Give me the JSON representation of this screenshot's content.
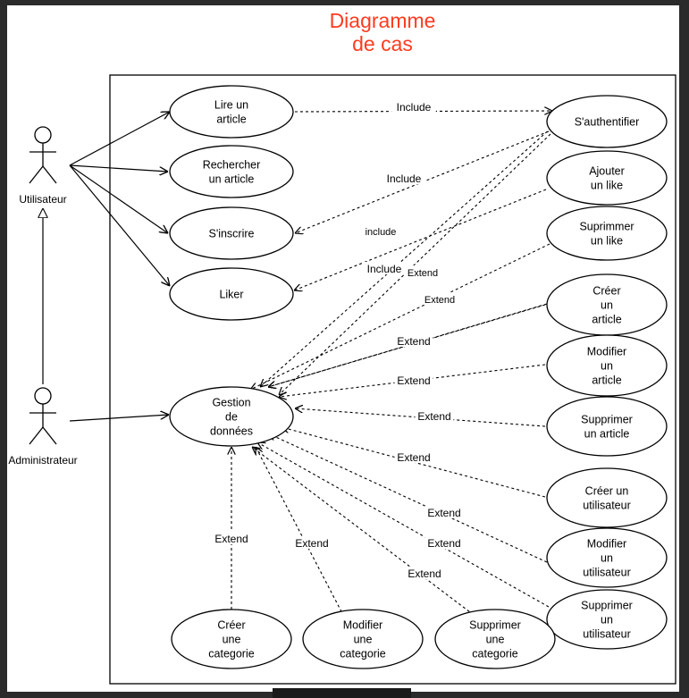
{
  "title": {
    "line1": "Diagramme",
    "line2": "de cas"
  },
  "actors": [
    {
      "id": "utilisateur",
      "label": "Utilisateur"
    },
    {
      "id": "administrateur",
      "label": "Administrateur"
    }
  ],
  "use_cases": [
    {
      "id": "lire",
      "lines": [
        "Lire un",
        "article"
      ]
    },
    {
      "id": "rechercher",
      "lines": [
        "Rechercher",
        "un article"
      ]
    },
    {
      "id": "inscrire",
      "lines": [
        "S'inscrire"
      ]
    },
    {
      "id": "liker",
      "lines": [
        "Liker"
      ]
    },
    {
      "id": "gestion",
      "lines": [
        "Gestion",
        "de",
        "données"
      ]
    },
    {
      "id": "auth",
      "lines": [
        "S'authentifier"
      ]
    },
    {
      "id": "ajouter-like",
      "lines": [
        "Ajouter",
        "un like"
      ]
    },
    {
      "id": "supprimer-like",
      "lines": [
        "Suprimmer",
        "un like"
      ]
    },
    {
      "id": "creer-article",
      "lines": [
        "Créer",
        "un",
        "article"
      ]
    },
    {
      "id": "modifier-article",
      "lines": [
        "Modifier",
        "un",
        "article"
      ]
    },
    {
      "id": "supprimer-article",
      "lines": [
        "Supprimer",
        "un article"
      ]
    },
    {
      "id": "creer-utilisateur",
      "lines": [
        "Créer un",
        "utilisateur"
      ]
    },
    {
      "id": "modifier-utilisateur",
      "lines": [
        "Modifier",
        "un",
        "utilisateur"
      ]
    },
    {
      "id": "supprimer-utilisateur",
      "lines": [
        "Supprimer",
        "un",
        "utilisateur"
      ]
    },
    {
      "id": "creer-categorie",
      "lines": [
        "Créer",
        "une",
        "categorie"
      ]
    },
    {
      "id": "modifier-categorie",
      "lines": [
        "Modifier",
        "une",
        "categorie"
      ]
    },
    {
      "id": "supprimer-categorie",
      "lines": [
        "Supprimer",
        "une",
        "categorie"
      ]
    }
  ],
  "relations": {
    "include": "Include",
    "include_lower": "include",
    "extend": "Extend"
  },
  "colors": {
    "title": "#ff3b1f",
    "stroke": "#000000",
    "background": "#2b2b2b",
    "canvas": "#ffffff"
  }
}
